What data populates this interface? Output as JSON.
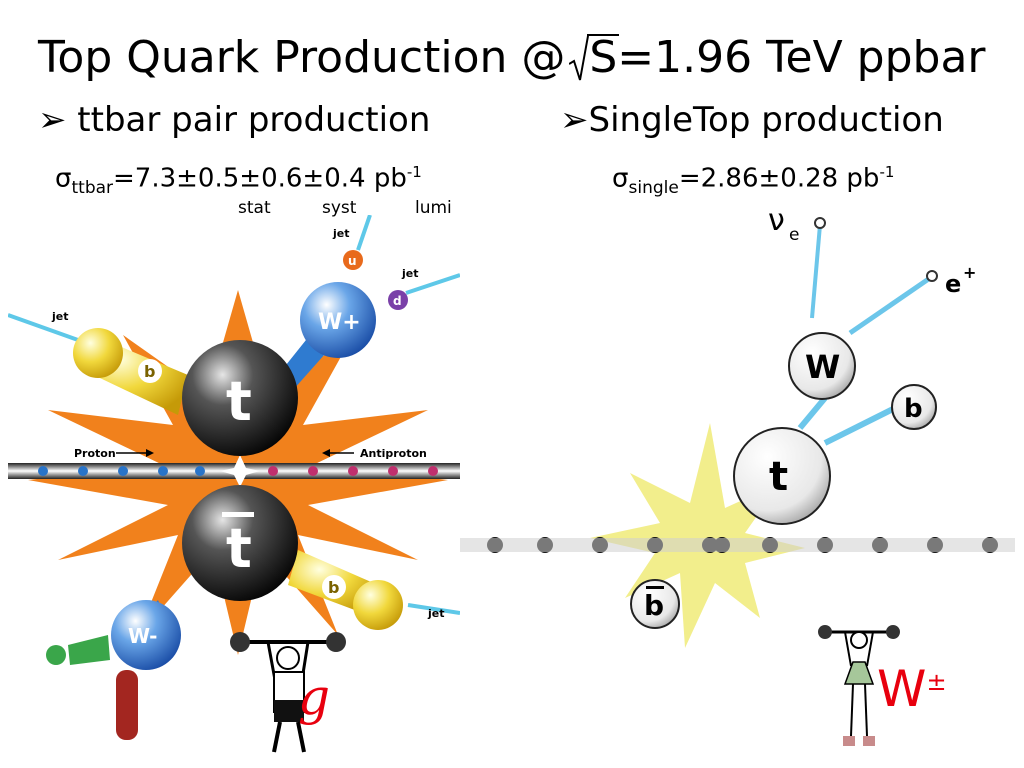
{
  "title": {
    "prefix": "Top Quark Production @",
    "radicand": "S",
    "suffix": "=1.96 TeV ppbar"
  },
  "bullets": [
    {
      "marker": "➢",
      "text": " ttbar pair production"
    },
    {
      "marker": "➢",
      "text": "SingleTop production"
    }
  ],
  "ttbar_xsec": {
    "symbol": "σ",
    "sub": "ttbar",
    "value": "=7.3±0.5±0.6±0.4 pb",
    "exp": "-1",
    "err_labels": [
      "stat",
      "syst",
      "lumi"
    ]
  },
  "single_xsec": {
    "symbol": "σ",
    "sub": "single",
    "value": "=2.86±0.28 pb",
    "exp": "-1"
  },
  "ttbar_diagram": {
    "jets": [
      "jet",
      "jet",
      "jet",
      "jet"
    ],
    "quarks": [
      "u",
      "d",
      "b",
      "b"
    ],
    "bosons": [
      "W+",
      "W-"
    ],
    "top": "t",
    "antitop": "t",
    "proton": "Proton",
    "antiproton": "Antiproton",
    "glow_color": "#f07a10"
  },
  "single_diagram": {
    "neutrino": "ν",
    "neutrino_sub": "e",
    "positron": "e",
    "positron_sup": "+",
    "w": "W",
    "b": "b",
    "t": "t",
    "bbar": "b",
    "glow_color": "#f2ee8c"
  },
  "markers": {
    "gluon": "g",
    "wboson": "W",
    "wsup": "±"
  }
}
